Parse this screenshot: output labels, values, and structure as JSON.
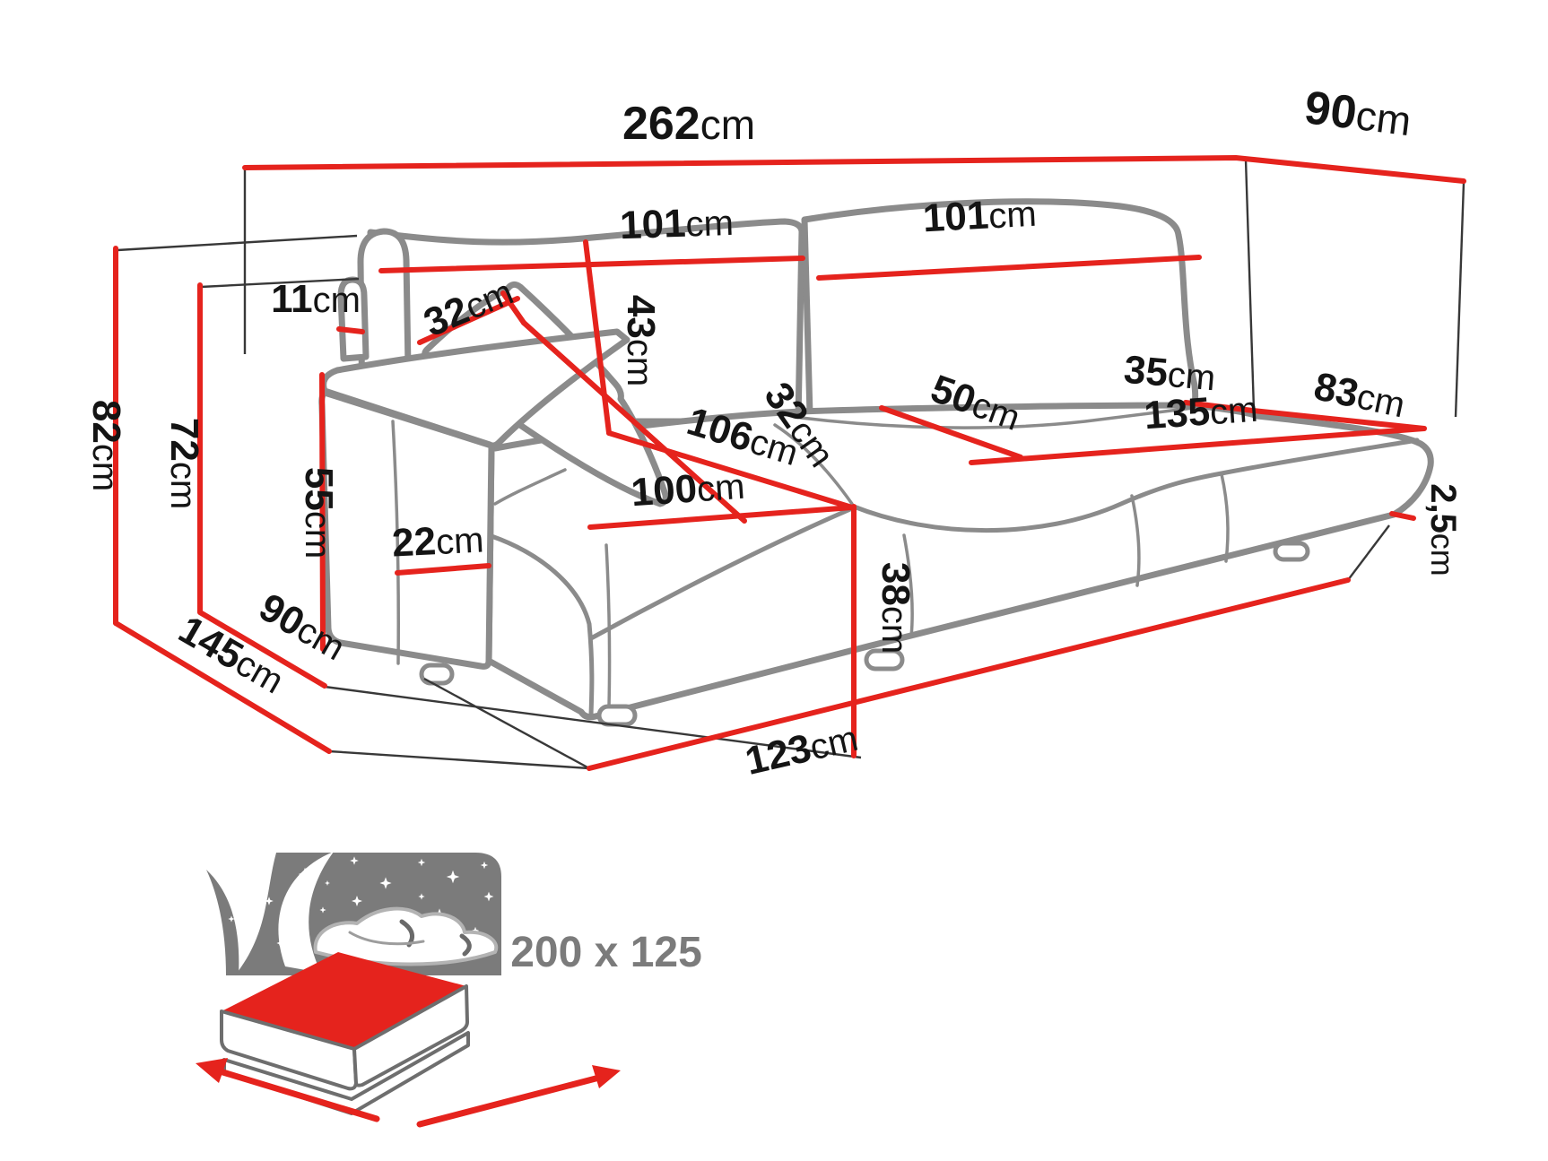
{
  "diagram_title": "corner-sofa-dimensions",
  "dims": {
    "d262": {
      "value": "262",
      "unit": "cm"
    },
    "d90top": {
      "value": "90",
      "unit": "cm"
    },
    "d82": {
      "value": "82",
      "unit": "cm"
    },
    "d72": {
      "value": "72",
      "unit": "cm"
    },
    "d145": {
      "value": "145",
      "unit": "cm"
    },
    "d90left": {
      "value": "90",
      "unit": "cm"
    },
    "d55": {
      "value": "55",
      "unit": "cm"
    },
    "d11": {
      "value": "11",
      "unit": "cm"
    },
    "d22": {
      "value": "22",
      "unit": "cm"
    },
    "d32a": {
      "value": "32",
      "unit": "cm"
    },
    "d32b": {
      "value": "32",
      "unit": "cm"
    },
    "d101l": {
      "value": "101",
      "unit": "cm"
    },
    "d101r": {
      "value": "101",
      "unit": "cm"
    },
    "d43": {
      "value": "43",
      "unit": "cm"
    },
    "d106": {
      "value": "106",
      "unit": "cm"
    },
    "d100": {
      "value": "100",
      "unit": "cm"
    },
    "d38": {
      "value": "38",
      "unit": "cm"
    },
    "d50": {
      "value": "50",
      "unit": "cm"
    },
    "d135": {
      "value": "135",
      "unit": "cm"
    },
    "d35": {
      "value": "35",
      "unit": "cm"
    },
    "d83": {
      "value": "83",
      "unit": "cm"
    },
    "d123": {
      "value": "123",
      "unit": "cm"
    },
    "d2_5": {
      "value": "2,5",
      "unit": "cm"
    }
  },
  "bed_icon": {
    "sleeping_area_label": "200 x 125"
  },
  "colors": {
    "dimension_red": "#e5231d",
    "outline_gray": "#8b8b8b",
    "guide_black": "#383838",
    "text_black": "#141414",
    "icon_gray": "#7b7b7b",
    "bed_outline": "#6e6e6e"
  }
}
